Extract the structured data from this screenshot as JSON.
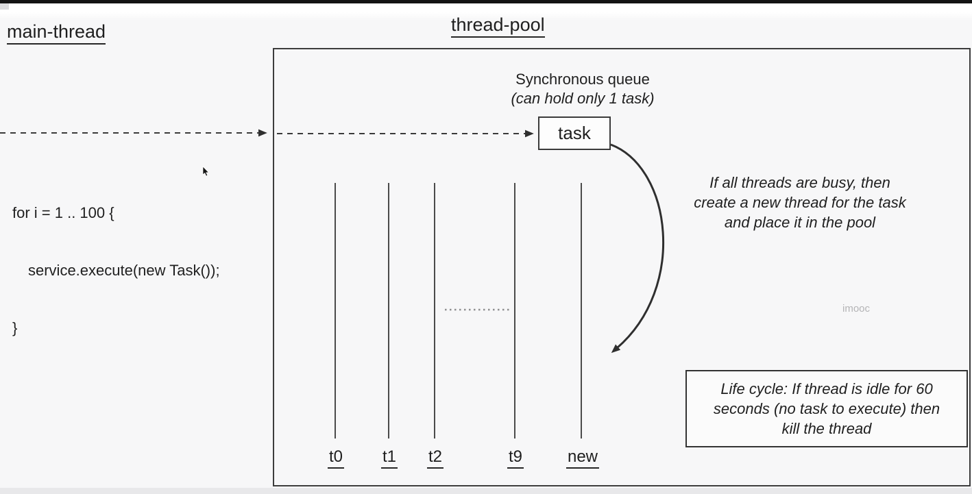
{
  "palette": {
    "background": "#f7f7f8",
    "ink": "#1f1f1f",
    "stroke": "#3a3a3a",
    "watermark_gray": "#b4b4b6",
    "top_bar": "#141414",
    "bottom_bar": "#e8e8ea"
  },
  "headings": {
    "main_thread": "main-thread",
    "thread_pool": "thread-pool"
  },
  "code": {
    "lines": [
      "for i = 1 .. 100 {",
      "service.execute(new Task());",
      "}"
    ]
  },
  "queue": {
    "title": "Synchronous queue",
    "subtitle": "(can hold only 1 task)",
    "task_label": "task"
  },
  "threads": {
    "labels": [
      "t0",
      "t1",
      "t2",
      "t9",
      "new"
    ]
  },
  "annotations": {
    "busy_note_lines": [
      "If all threads are busy, then",
      "create a new thread for the task",
      "and place it in the pool"
    ],
    "life_cycle_lines": [
      "Life cycle: If thread is idle for 60",
      "seconds (no task to execute) then",
      "kill the thread"
    ]
  },
  "watermark": "imooc",
  "icons": {
    "cursor": "mouse-cursor-icon",
    "dashed_arrow": "dashed-arrow-icon",
    "curved_arrow": "curved-arrow-icon",
    "ellipsis": "dotted-ellipsis-icon"
  }
}
